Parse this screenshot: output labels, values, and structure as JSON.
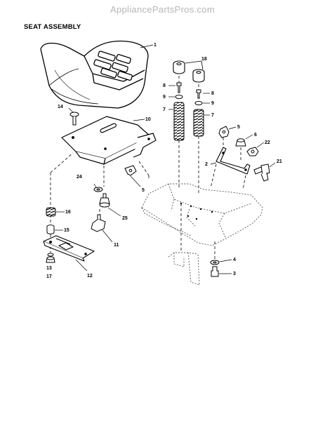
{
  "watermark": "AppliancePartsPros.com",
  "title": "SEAT ASSEMBLY",
  "callouts": {
    "c1": "1",
    "c18": "18",
    "c8a": "8",
    "c8b": "8",
    "c9a": "9",
    "c9b": "9",
    "c7a": "7",
    "c7b": "7",
    "c14": "14",
    "c10": "10",
    "c5a": "5",
    "c6": "6",
    "c22": "22",
    "c2": "2",
    "c21": "21",
    "c24": "24",
    "c5b": "5",
    "c16": "16",
    "c25": "25",
    "c15": "15",
    "c11": "11",
    "c13": "13",
    "c12": "12",
    "c17": "17",
    "c4": "4",
    "c3": "3"
  }
}
